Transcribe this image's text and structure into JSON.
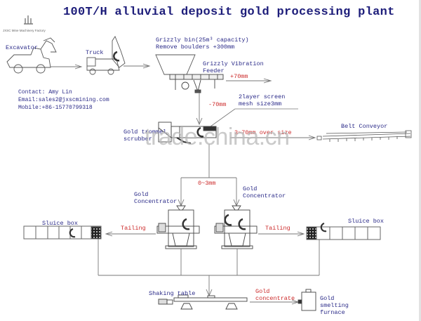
{
  "title": "100T/H alluvial deposit gold processing plant",
  "logo": {
    "icon": "crescent-logo-icon",
    "caption": "JXSC Mine Machinery Factory"
  },
  "contact": {
    "name_line": "Contact: Amy Lin",
    "email_line": "Email:sales2@jxscmining.com",
    "mobile_line": "Mobile:+86-15770799318"
  },
  "equipment": {
    "excavator": "Excavator",
    "truck": "Truck",
    "grizzly_bin_line1": "Grizzly bin(25m³ capacity)",
    "grizzly_bin_line2": "Remove boulders +300mm",
    "grizzly_feeder_line1": "Grizzly Vibration",
    "grizzly_feeder_line2": "Feeder",
    "trommel_line1": "Gold trommel",
    "trommel_line2": "scrubber",
    "screen_line1": "2layer screen",
    "screen_line2": "mesh size3mm",
    "belt_conveyor": "Belt Conveyor",
    "concentrator_left_line1": "Gold",
    "concentrator_left_line2": "Concentrator",
    "concentrator_right_line1": "Gold",
    "concentrator_right_line2": "Concentrator",
    "sluice_left": "Sluice box",
    "sluice_right": "Sluice box",
    "shaking_table": "Shaking table",
    "furnace_line1": "Gold",
    "furnace_line2": "smelting",
    "furnace_line3": "furnace"
  },
  "flow_labels": {
    "plus70": "+70mm",
    "minus70": "-70mm",
    "oversize": "3~70mm  over size",
    "fine": "0~3mm",
    "tailing_left": "Tailing",
    "tailing_right": "Tailing",
    "concentrate_line1": "Gold",
    "concentrate_line2": "concentrate"
  },
  "watermark": "trade.china.cn",
  "colors": {
    "title": "#1d1d7a",
    "label": "#2a2a88",
    "flow_label": "#cc2a2a",
    "line": "#666666"
  }
}
